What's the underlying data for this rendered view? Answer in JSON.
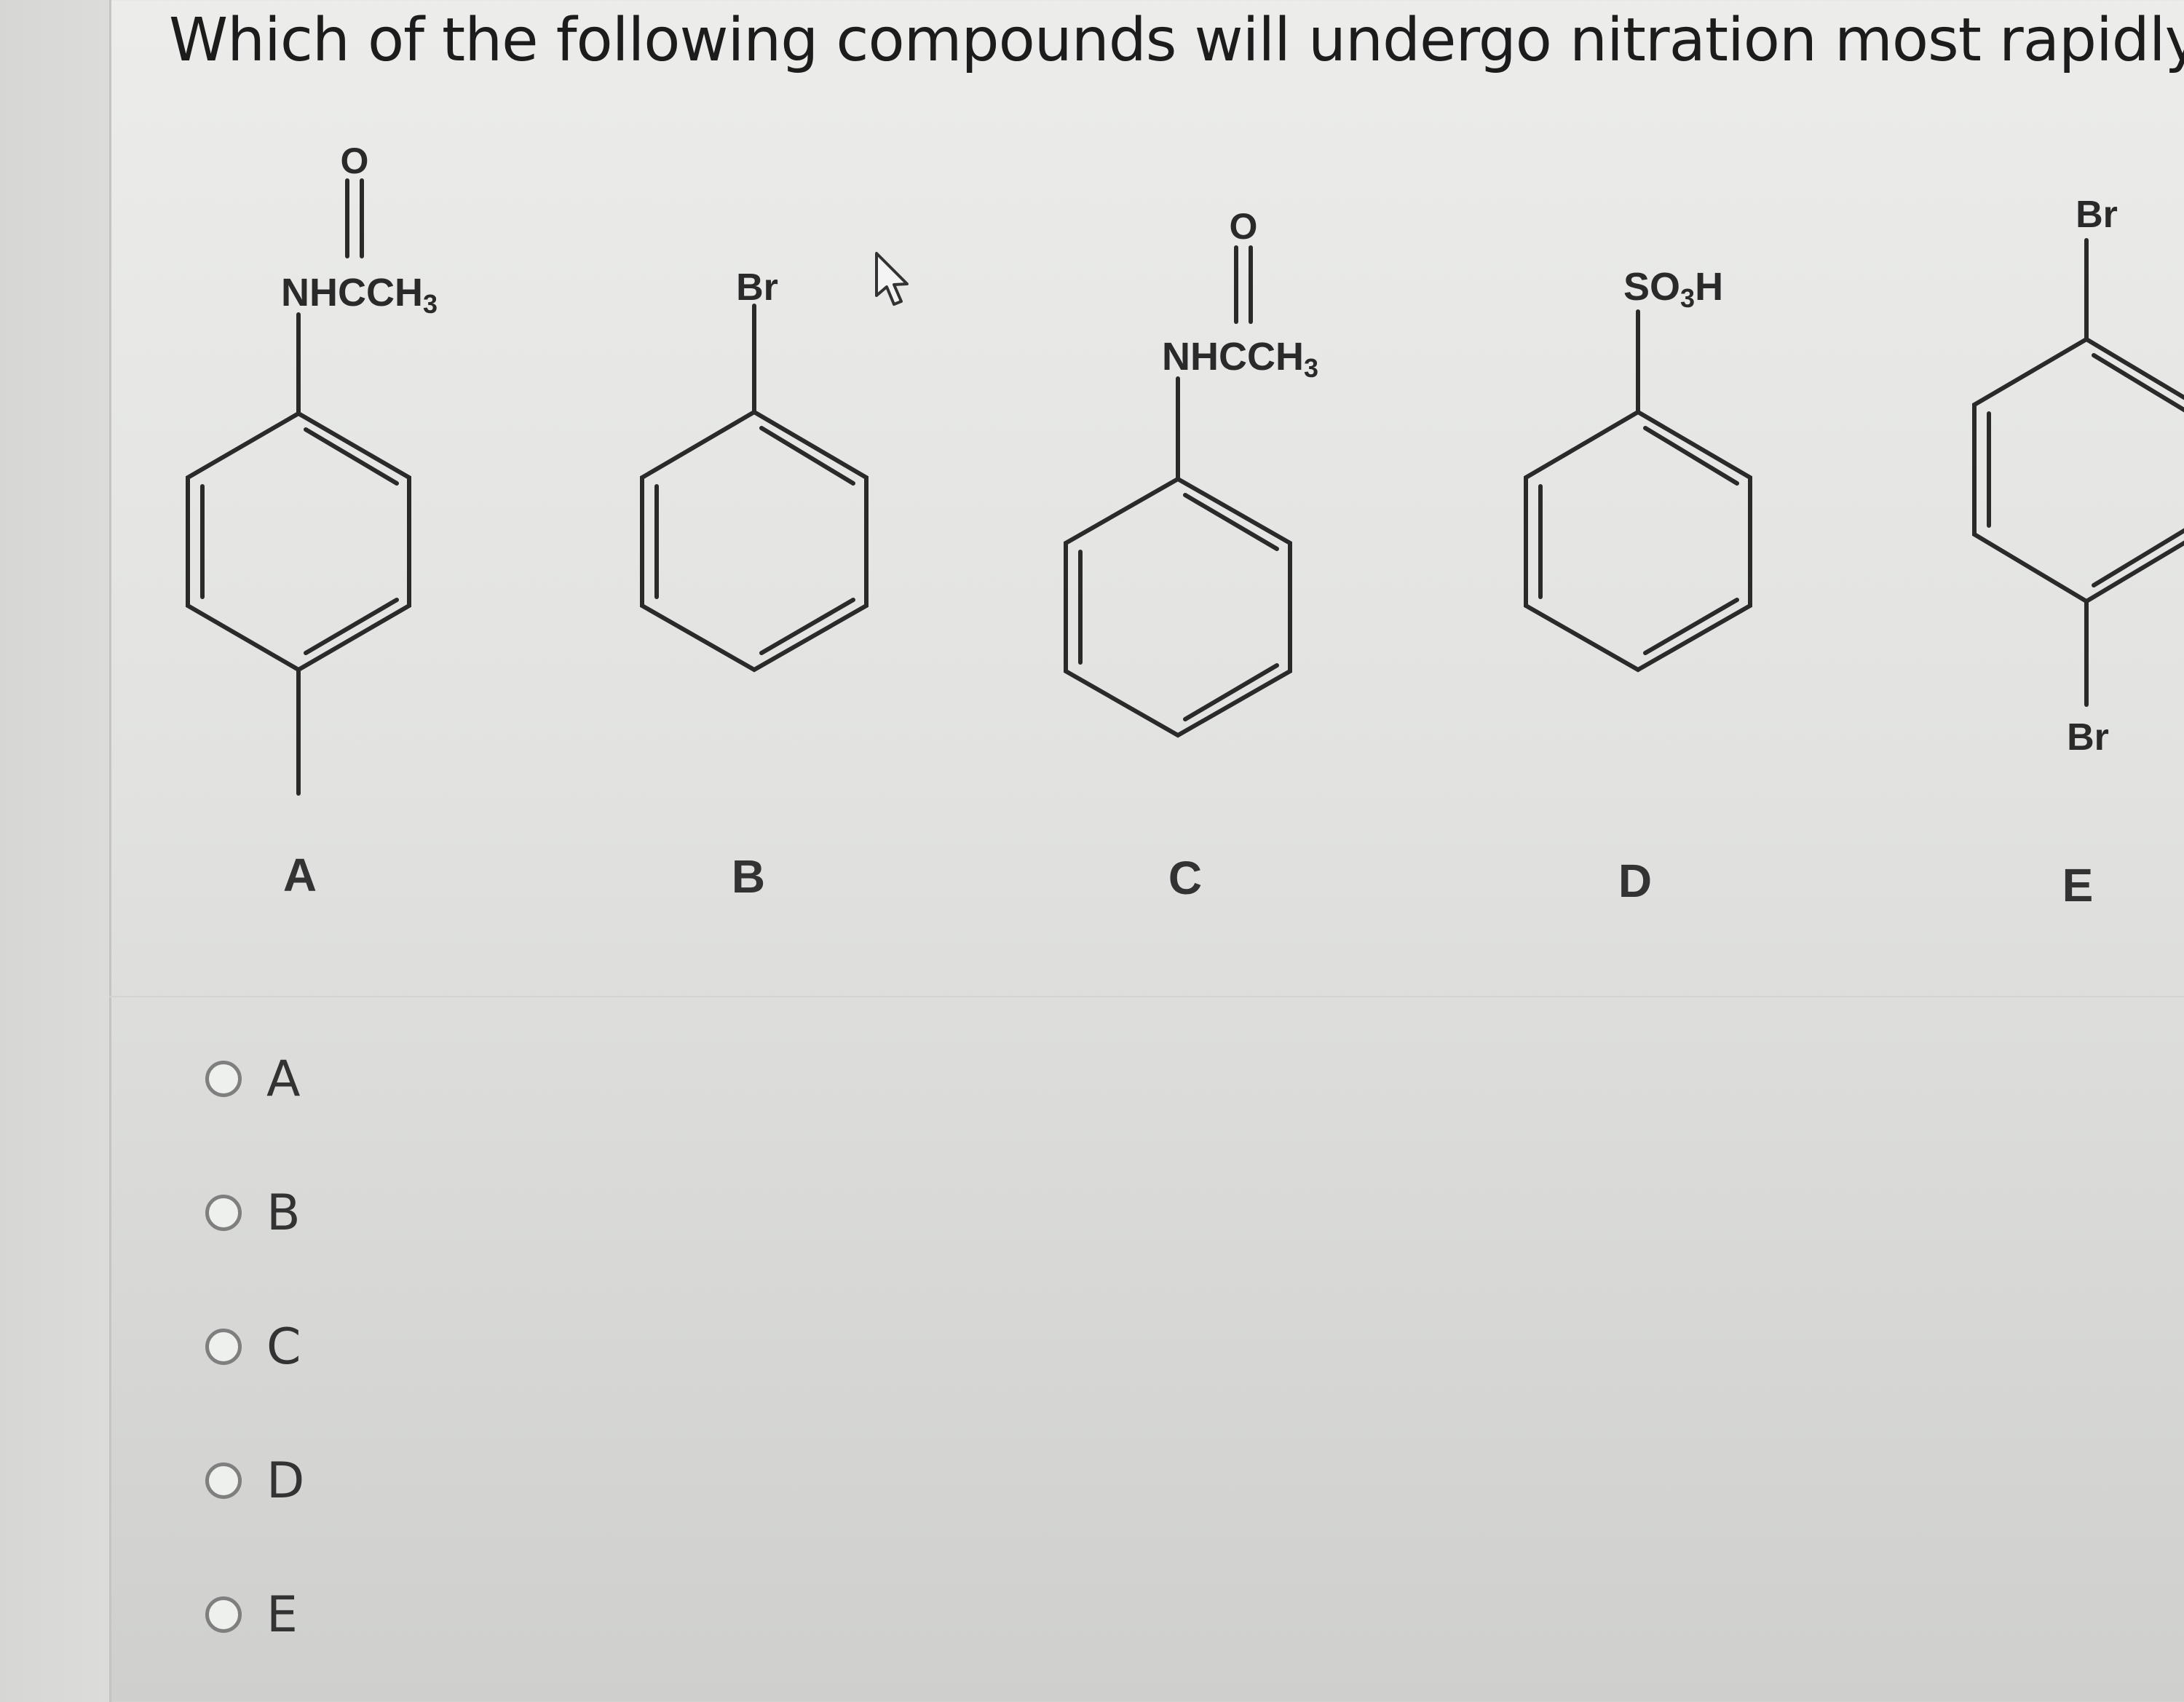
{
  "question": {
    "text": "Which of the following compounds will undergo nitration most rapidly?"
  },
  "compounds": [
    {
      "label": "A",
      "top_group": "NHCCH",
      "top_sub": "3",
      "carbonyl_o": "O"
    },
    {
      "label": "B",
      "top_group": "Br"
    },
    {
      "label": "C",
      "top_group": "NHCCH",
      "top_sub": "3",
      "carbonyl_o": "O"
    },
    {
      "label": "D",
      "top_group": "SO",
      "top_sub": "3",
      "top_tail": "H"
    },
    {
      "label": "E",
      "top_group": "Br",
      "bottom_group": "Br"
    }
  ],
  "options": [
    {
      "label": "A",
      "selected": false
    },
    {
      "label": "B",
      "selected": false
    },
    {
      "label": "C",
      "selected": false
    },
    {
      "label": "D",
      "selected": false
    },
    {
      "label": "E",
      "selected": false
    }
  ],
  "colors": {
    "ink": "#2a2a2a",
    "radio_border": "#7e7f7e"
  },
  "icons": {
    "cursor": "mouse-pointer-icon"
  }
}
